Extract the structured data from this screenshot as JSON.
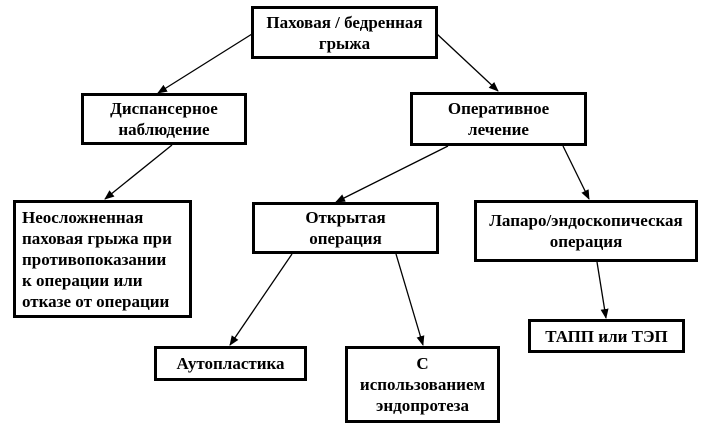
{
  "colors": {
    "border": "#000000",
    "text": "#000000",
    "background": "#ffffff",
    "arrow": "#000000"
  },
  "nodes": {
    "root": {
      "lines": [
        "Паховая / бедренная",
        "грыжа"
      ]
    },
    "observation": {
      "lines": [
        "Диспансерное",
        "наблюдение"
      ]
    },
    "surgical": {
      "lines": [
        "Оперативное",
        "лечение"
      ]
    },
    "uncomplicated": {
      "lines": [
        "Неосложненная",
        "паховая грыжа при",
        "противопоказании",
        "к операции или",
        "отказе от операции"
      ]
    },
    "open": {
      "lines": [
        "Открытая",
        "операция"
      ]
    },
    "laparo": {
      "lines": [
        "Лапаро/эндоскопическая",
        "операция"
      ]
    },
    "autoplasty": {
      "lines": [
        "Аутопластика"
      ]
    },
    "endoprosthesis": {
      "lines": [
        "С",
        "использованием",
        "эндопротеза"
      ]
    },
    "tapp": {
      "lines": [
        "ТАПП или ТЭП"
      ]
    }
  }
}
